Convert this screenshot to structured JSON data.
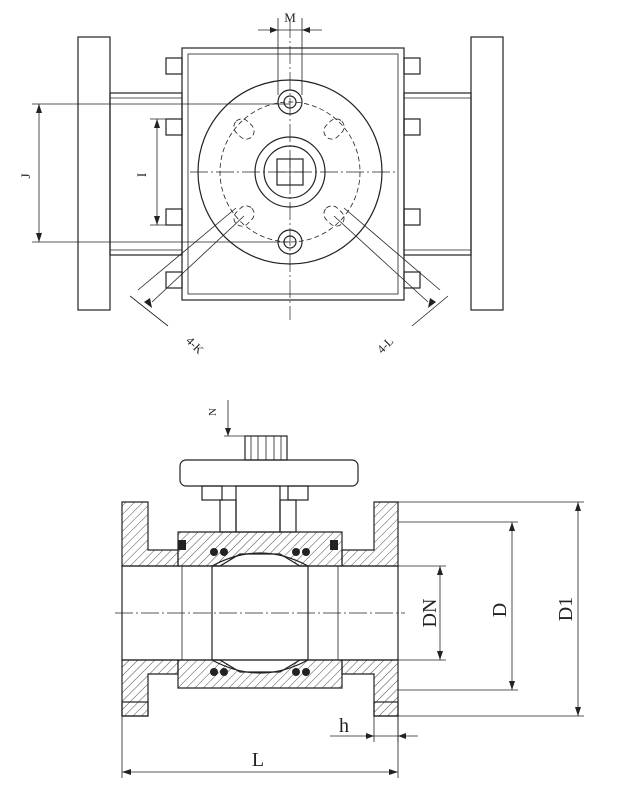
{
  "top_view": {
    "dim_m": "M",
    "dim_i": "I",
    "dim_j": "J",
    "callout_left": "4-K",
    "callout_right": "4-L"
  },
  "section_view": {
    "dim_n": "N",
    "dim_dn": "DN",
    "dim_d": "D",
    "dim_d1": "D1",
    "dim_h": "h",
    "dim_l": "L"
  }
}
